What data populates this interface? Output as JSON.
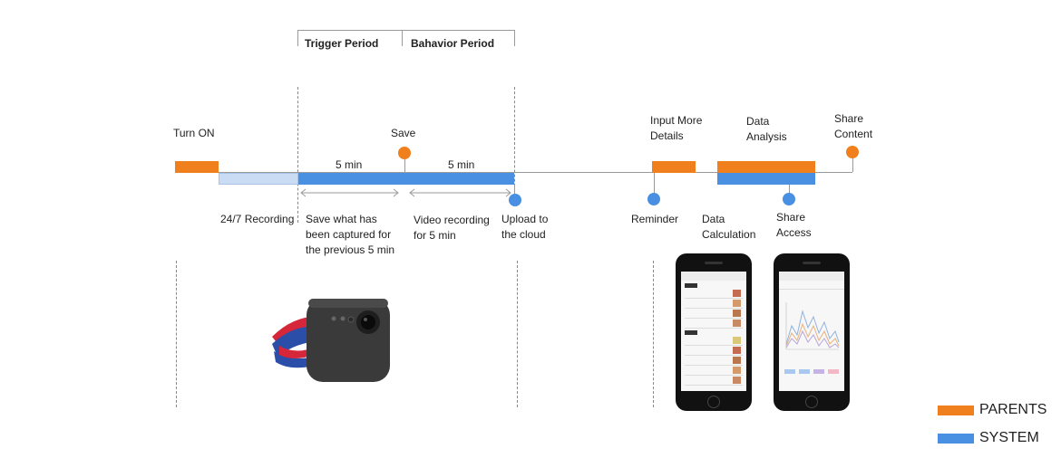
{
  "header": {
    "trigger_period": "Trigger Period",
    "behavior_period": "Bahavior Period"
  },
  "timeline": {
    "turn_on": "Turn ON",
    "save": "Save",
    "five_min_1": "5 min",
    "five_min_2": "5 min",
    "input_more_details": [
      "Input More",
      "Details"
    ],
    "data_analysis": [
      "Data",
      "Analysis"
    ],
    "share_content": [
      "Share",
      "Content"
    ],
    "recording_247": "24/7 Recording",
    "save_captured": [
      "Save what has",
      "been captured for",
      "the previous 5 min"
    ],
    "video_recording": [
      "Video recording",
      "for 5 min"
    ],
    "upload_cloud": [
      "Upload to",
      "the cloud"
    ],
    "reminder": "Reminder",
    "data_calculation": [
      "Data",
      "Calculation"
    ],
    "share_access": [
      "Share",
      "Access"
    ]
  },
  "legend": {
    "parents": "PARENTS",
    "system": "SYSTEM"
  },
  "colors": {
    "parents": "#f07f1e",
    "system": "#4a90e2",
    "recording_light": "#c9dcf3",
    "line": "#9a9a9a"
  },
  "icons": {
    "camera": "wearable-camera-icon",
    "phone_list": "phone-list-screen",
    "phone_chart": "phone-chart-screen"
  }
}
